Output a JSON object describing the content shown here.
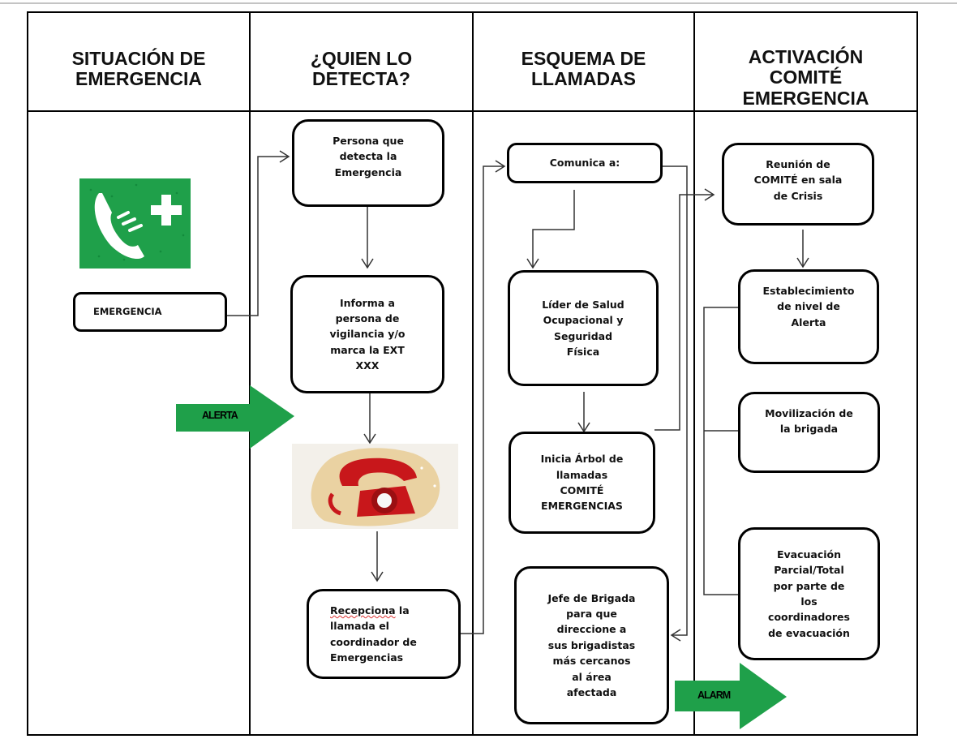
{
  "columns": [
    {
      "header": "SITUACIÓN DE\nEMERGENCIA"
    },
    {
      "header": "¿QUIEN LO\nDETECTA?"
    },
    {
      "header": "ESQUEMA DE\nLLAMADAS"
    },
    {
      "header": "ACTIVACIÓN\nCOMITÉ\nEMERGENCIA"
    }
  ],
  "nodes": {
    "emergencia": "EMERGENCIA",
    "persona_detecta": "Persona que\ndetecta la\nEmergencia",
    "informa": "Informa a\npersona de\nvigilancia y/o\nmarca la EXT\nXXX",
    "recepciona_word": "Recepciona",
    "recepciona_rest": " la\nllamada el\ncoordinador de\nEmergencias",
    "comunica": "Comunica a:",
    "lider": "Líder de Salud\nOcupacional y\nSeguridad\nFísica",
    "inicia": "Inicia Árbol de\nllamadas\nCOMITÉ\nEMERGENCIAS",
    "jefe": "Jefe de Brigada\npara que\ndireccione a\nsus brigadistas\nmás cercanos\nal área\nafectada",
    "reunion": "Reunión de\nCOMITÉ en sala\nde Crisis",
    "establecimiento": "Establecimiento\nde nivel de\nAlerta",
    "movilizacion": "Movilización de\nla brigada",
    "evacuacion": "Evacuación\nParcial/Total\npor parte de\nlos\ncoordinadores\nde evacuación"
  },
  "arrows": {
    "alerta": "ALERTA",
    "alarm": "ALARM"
  },
  "icons": {
    "emergency_phone": "emergency-phone-icon",
    "red_telephone": "red-telephone-icon"
  },
  "colors": {
    "green": "#1fa04a",
    "dark_green": "#138a3c",
    "red_phone": "#c8171b",
    "beige": "#ead2a2"
  }
}
